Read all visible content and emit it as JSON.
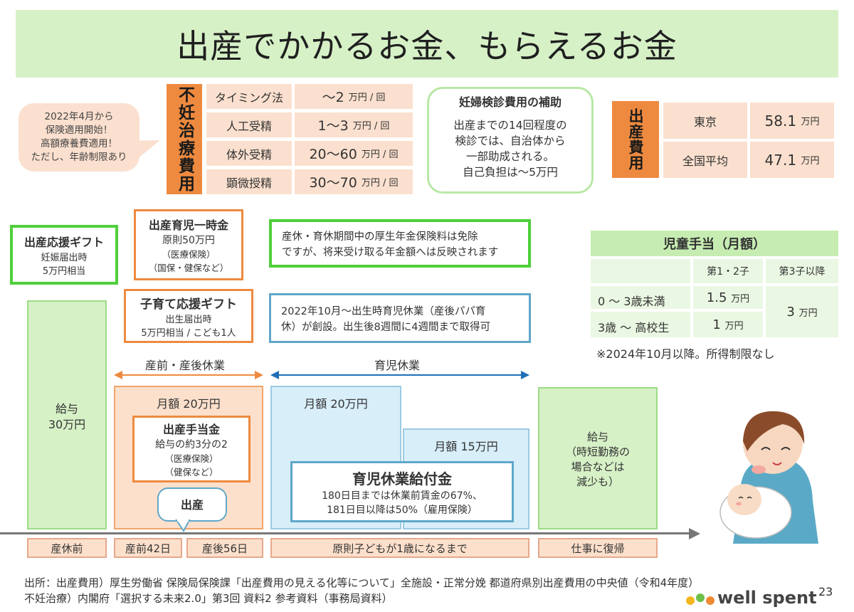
{
  "title": "出産でかかるお金、もらえるお金",
  "callout": {
    "l1": "2022年4月から",
    "l2": "保険適用開始！",
    "l3": "高額療養費適用！",
    "l4": "ただし、年齢制限あり"
  },
  "infertility": {
    "label": "不妊治療費用",
    "rows": [
      {
        "name": "タイミング法",
        "amount": "〜2",
        "unit": "万円 / 回"
      },
      {
        "name": "人工受精",
        "amount": "1〜3",
        "unit": "万円 / 回"
      },
      {
        "name": "体外受精",
        "amount": "20〜60",
        "unit": "万円 / 回"
      },
      {
        "name": "顕微授精",
        "amount": "30〜70",
        "unit": "万円 / 回"
      }
    ]
  },
  "kenshin": {
    "title": "妊婦検診費用の補助",
    "l1": "出産までの14回程度の",
    "l2": "検診では、自治体から",
    "l3": "一部助成される。",
    "l4": "自己負担は〜5万円"
  },
  "birth_cost": {
    "label": "出産費用",
    "rows": [
      {
        "area": "東京",
        "amount": "58.1",
        "unit": "万円"
      },
      {
        "area": "全国平均",
        "amount": "47.1",
        "unit": "万円"
      }
    ]
  },
  "support_gift": {
    "title": "出産応援ギフト",
    "l1": "妊娠届出時",
    "l2": "5万円相当"
  },
  "lump_sum": {
    "title": "出産育児一時金",
    "l1": "原則50万円",
    "l2": "（医療保険）",
    "l3": "（国保・健保など）"
  },
  "child_gift": {
    "title": "子育て応援ギフト",
    "l1": "出生届出時",
    "l2": "5万円相当 / こども1人"
  },
  "pension_note": {
    "l1": "産休・育休期間中の厚生年金保険料は免除",
    "l2": "ですが、将来受け取る年金額へは反映されます"
  },
  "papa_leave": {
    "l1": "2022年10月〜出生時育児休業（産後パパ育",
    "l2": "休）が創設。出生後8週間に4週間まで取得可"
  },
  "child_allowance": {
    "title": "児童手当（月額）",
    "col1": "第1・2子",
    "col2": "第3子以降",
    "row1_label": "0 〜 3歳未満",
    "row1_amount": "1.5",
    "unit": "万円",
    "row2_label": "3歳 〜 高校生",
    "row2_amount": "1",
    "third_amount": "3",
    "note": "※2024年10月以降。所得制限なし"
  },
  "arrows": {
    "maternity": "産前・産後休業",
    "childcare": "育児休業"
  },
  "columns": {
    "salary_before": {
      "l1": "給与",
      "l2": "30万円"
    },
    "maternity_monthly": "月額 20万円",
    "maternity_benefit": {
      "title": "出産手当金",
      "l1": "給与の約3分の2",
      "l2": "（医療保険）",
      "l3": "（健保など）"
    },
    "birth_bubble": "出産",
    "childcare_monthly1": "月額 20万円",
    "childcare_monthly2": "月額 15万円",
    "childcare_benefit": {
      "title": "育児休業給付金",
      "l1": "180日目までは休業前賃金の67%、",
      "l2": "181日目以降は50%（雇用保険）"
    },
    "salary_after": {
      "l1": "給与",
      "l2": "（時短勤務の",
      "l3": "場合などは",
      "l4": "減少も）"
    }
  },
  "timeline": {
    "t1": "産休前",
    "t2": "産前42日",
    "t3": "産後56日",
    "t4": "原則子どもが1歳になるまで",
    "t5": "仕事に復帰"
  },
  "footer": {
    "l1": "出所：出産費用）厚生労働省 保険局保険課「出産費用の見える化等について」全施設・正常分娩 都道府県別出産費用の中央値（令和4年度）",
    "l2": "不妊治療）内閣府「選択する未来2.0」第3回 資料2 参考資料（事務局資料）"
  },
  "page_number": "23",
  "brand": "well spent",
  "colors": {
    "green": "#4fcf3a",
    "orange": "#ee8a3f",
    "blue": "#5fa7c9",
    "peach": "#fbe0cf",
    "lightgreen": "#d7f1c7"
  }
}
